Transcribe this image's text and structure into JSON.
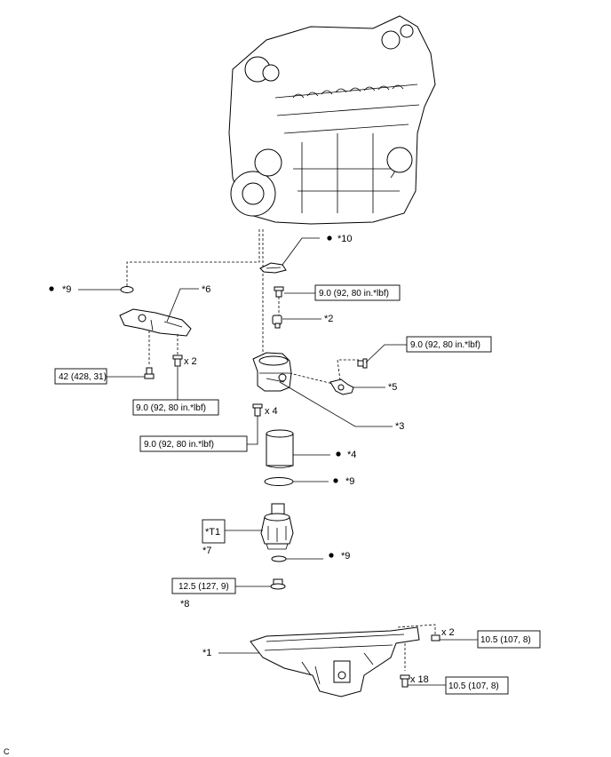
{
  "callouts": {
    "c10": "*10",
    "c9_top": "*9",
    "c6": "*6",
    "c2": "*2",
    "c5": "*5",
    "c3": "*3",
    "c4": "*4",
    "c9_mid": "*9",
    "c7": "*7",
    "c9_low": "*9",
    "c8": "*8",
    "c1": "*1",
    "tool_t1": "*T1"
  },
  "quantities": {
    "q_bracket_bolts": "x 2",
    "q_housing_bolts": "x 4",
    "q_pan_nuts": "x 2",
    "q_pan_bolts": "x 18"
  },
  "torques": {
    "t_union": "9.0 (92, 80 in.*lbf)",
    "t_sensor": "9.0 (92, 80 in.*lbf)",
    "t_bracket_bolt": "42 (428, 31)",
    "t_bracket_bolts2": "9.0 (92, 80 in.*lbf)",
    "t_housing": "9.0 (92, 80 in.*lbf)",
    "t_drain": "12.5 (127, 9)",
    "t_pan_nut": "10.5 (107, 8)",
    "t_pan_bolt": "10.5 (107, 8)"
  },
  "corner_mark": "C",
  "symbols": {
    "non_reusable": "filled-dot-icon"
  }
}
